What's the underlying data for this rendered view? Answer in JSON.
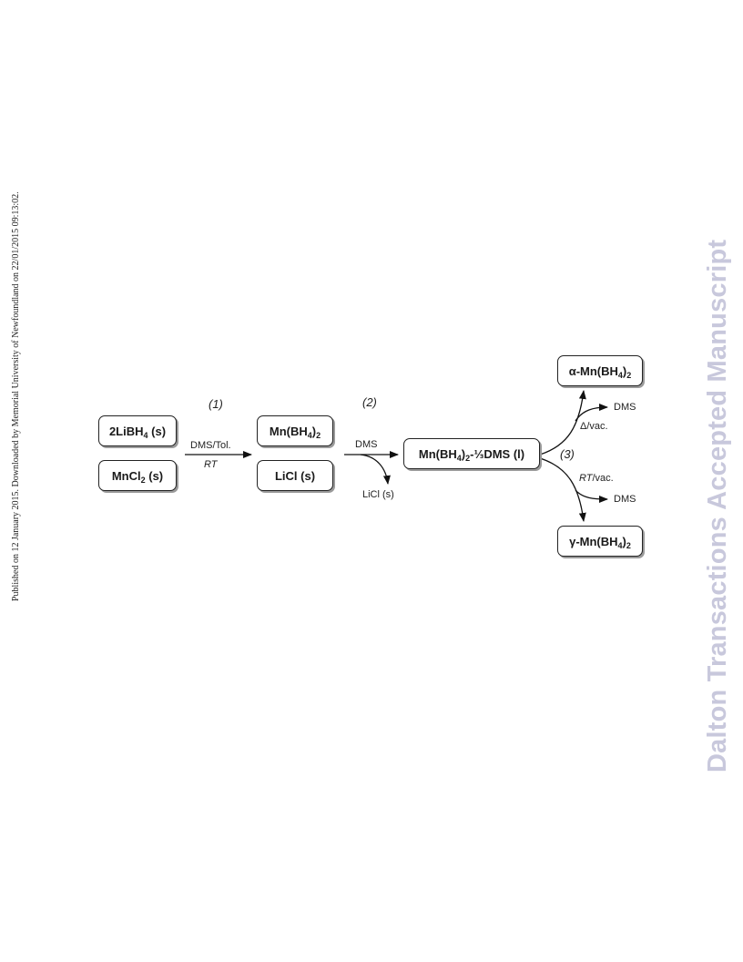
{
  "margin": {
    "left_note": "Published on 12 January 2015. Downloaded by Memorial University of Newfoundland on 22/01/2015 09:13:02.",
    "right_watermark": "Dalton Transactions Accepted Manuscript"
  },
  "scheme": {
    "reactants": {
      "a": {
        "pre": "2LiBH",
        "sub": "4",
        "post": " (s)"
      },
      "b": {
        "pre": "MnCl",
        "sub": "2",
        "post": " (s)"
      }
    },
    "step1": {
      "label": "(1)",
      "reagent": "DMS/Tol.",
      "condition": "RT"
    },
    "intermediates": {
      "a": {
        "pre": "Mn(BH",
        "sub1": "4",
        "mid": ")",
        "sub2": "2"
      },
      "b": {
        "text": "LiCl (s)"
      }
    },
    "step2": {
      "label": "(2)",
      "reagent": "DMS",
      "byproduct": "LiCl (s)"
    },
    "adduct": {
      "pre": "Mn(BH",
      "sub1": "4",
      "mid": ")",
      "sub2": "2",
      "post": "-⅓DMS (l)"
    },
    "step3": {
      "label": "(3)",
      "upper": {
        "condition": "Δ/vac.",
        "release": "DMS"
      },
      "lower": {
        "condition_italic": "RT",
        "condition_rest": "/vac.",
        "release": "DMS"
      }
    },
    "products": {
      "alpha": {
        "pre": "α-Mn(BH",
        "sub1": "4",
        "mid": ")",
        "sub2": "2"
      },
      "gamma": {
        "pre": "γ-Mn(BH",
        "sub1": "4",
        "mid": ")",
        "sub2": "2"
      }
    }
  }
}
